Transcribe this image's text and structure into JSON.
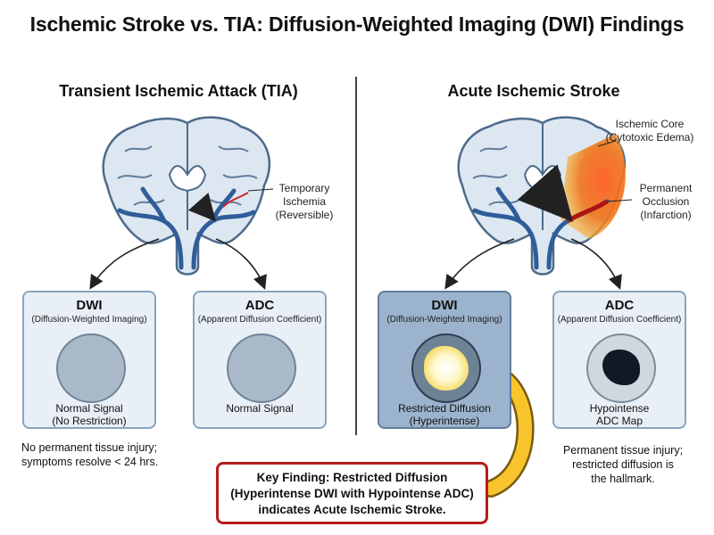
{
  "title": "Ischemic Stroke vs. TIA: Diffusion-Weighted Imaging (DWI) Findings",
  "tia": {
    "heading": "Transient Ischemic Attack (TIA)",
    "annotation": [
      "Temporary",
      "Ischemia",
      "(Reversible)"
    ],
    "dwi": {
      "title": "DWI",
      "subtitle": "(Diffusion-Weighted Imaging)",
      "label": [
        "Normal Signal",
        "(No Restriction)"
      ]
    },
    "adc": {
      "title": "ADC",
      "subtitle": "(Apparent Diffusion Coefficient)",
      "label": [
        "Normal Signal"
      ]
    },
    "note": [
      "No permanent tissue injury;",
      "symptoms resolve < 24 hrs."
    ]
  },
  "stroke": {
    "heading": "Acute Ischemic Stroke",
    "annotation_core": [
      "Ischemic Core",
      "(Cytotoxic Edema)"
    ],
    "annotation_occlusion": [
      "Permanent",
      "Occlusion",
      "(Infarction)"
    ],
    "dwi": {
      "title": "DWI",
      "subtitle": "(Diffusion-Weighted Imaging)",
      "label": [
        "Restricted Diffusion",
        "(Hyperintense)"
      ]
    },
    "adc": {
      "title": "ADC",
      "subtitle": "(Apparent Diffusion Coefficient)",
      "label": [
        "Hypointense",
        "ADC Map"
      ]
    },
    "note": [
      "Permanent tissue injury;",
      "restricted diffusion is",
      "the hallmark."
    ]
  },
  "key_finding": [
    "Key Finding: Restricted Diffusion",
    "(Hyperintense DWI with Hypointense ADC)",
    "indicates Acute Ischemic Stroke."
  ],
  "colors": {
    "vessel": "#2f5d99",
    "brain_fill": "#dde7f1",
    "brain_stroke": "#4d6b8a",
    "infarct": "#e8401a",
    "key_border": "#b71c1c",
    "arrow_yellow": "#f7c52b"
  }
}
